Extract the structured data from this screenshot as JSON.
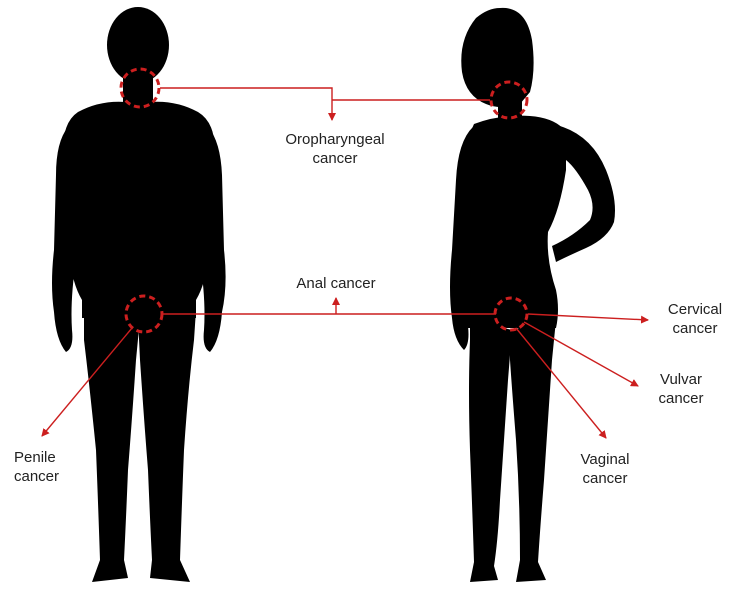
{
  "colors": {
    "silhouette": "#000000",
    "marker": "#cc1f1f",
    "text": "#222222"
  },
  "labels": {
    "oropharyngeal": {
      "line1": "Oropharyngeal",
      "line2": "cancer"
    },
    "anal": {
      "line1": "Anal cancer"
    },
    "cervical": {
      "line1": "Cervical",
      "line2": "cancer"
    },
    "vulvar": {
      "line1": "Vulvar",
      "line2": "cancer"
    },
    "vaginal": {
      "line1": "Vaginal",
      "line2": "cancer"
    },
    "penile": {
      "line1": "Penile",
      "line2": "cancer"
    }
  },
  "figures": {
    "left": "male-silhouette",
    "right": "female-silhouette"
  },
  "markers": [
    "male-throat-circle",
    "female-throat-circle",
    "male-groin-circle",
    "female-groin-circle"
  ]
}
